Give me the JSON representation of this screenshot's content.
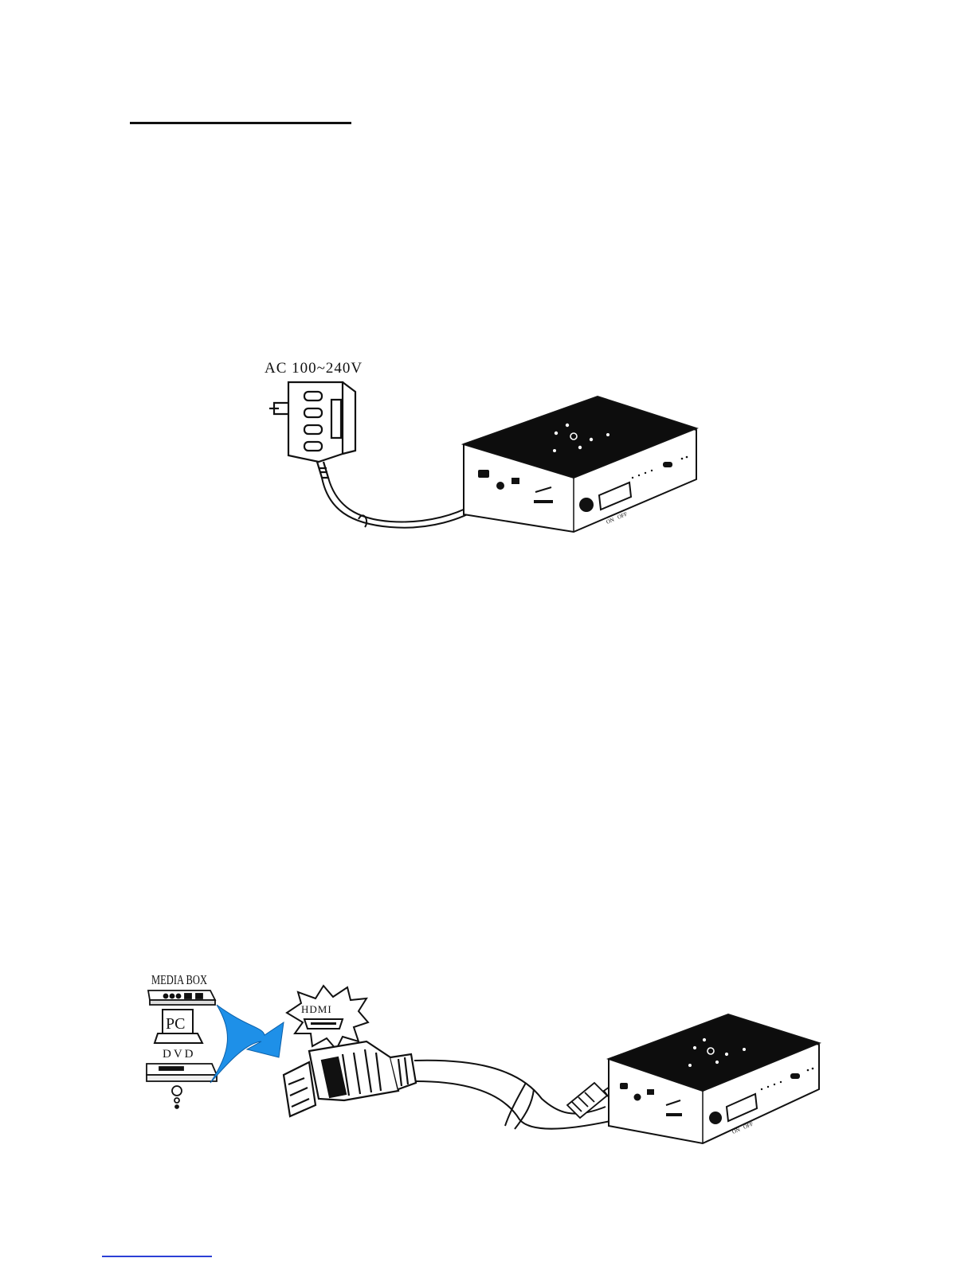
{
  "page": {
    "figure_power": {
      "adapter_label": "AC 100~240V",
      "switch_labels": [
        "ON",
        "OFF"
      ]
    },
    "figure_hdmi": {
      "sources": [
        "MEDIA BOX",
        "PC",
        "DVD"
      ],
      "burst_label": "HDMI",
      "switch_labels": [
        "ON",
        "OFF"
      ]
    }
  },
  "colors": {
    "ink": "#111111",
    "device_top": "#0d0d0d",
    "arrow_blue": "#1e90e8",
    "link_underline": "#2b3fd6"
  }
}
